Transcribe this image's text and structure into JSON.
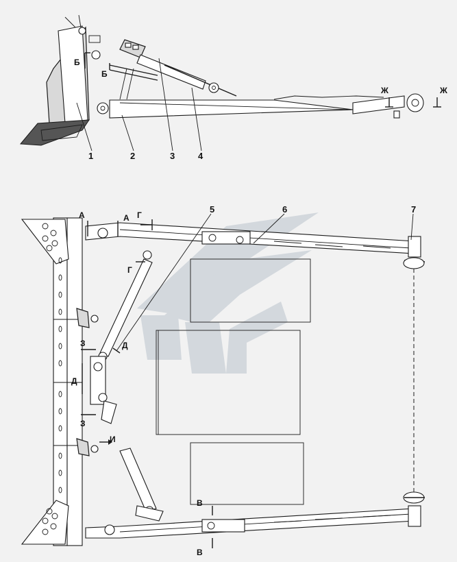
{
  "side_view": {
    "part_numbers": [
      "1",
      "2",
      "3",
      "4"
    ],
    "section_marks": {
      "b_vertical": "Б",
      "b_horizontal": "Б",
      "zh_left": "Ж",
      "zh_right": "Ж"
    }
  },
  "top_view": {
    "part_numbers": [
      "5",
      "6",
      "7"
    ],
    "section_marks": {
      "a_left": "А",
      "a_right": "А",
      "g_top": "Г",
      "g_bottom": "Г",
      "d_right": "Д",
      "d_left": "Д",
      "z_top": "З",
      "z_bottom": "З",
      "i": "И",
      "v_top": "В",
      "v_bottom": "В"
    }
  }
}
